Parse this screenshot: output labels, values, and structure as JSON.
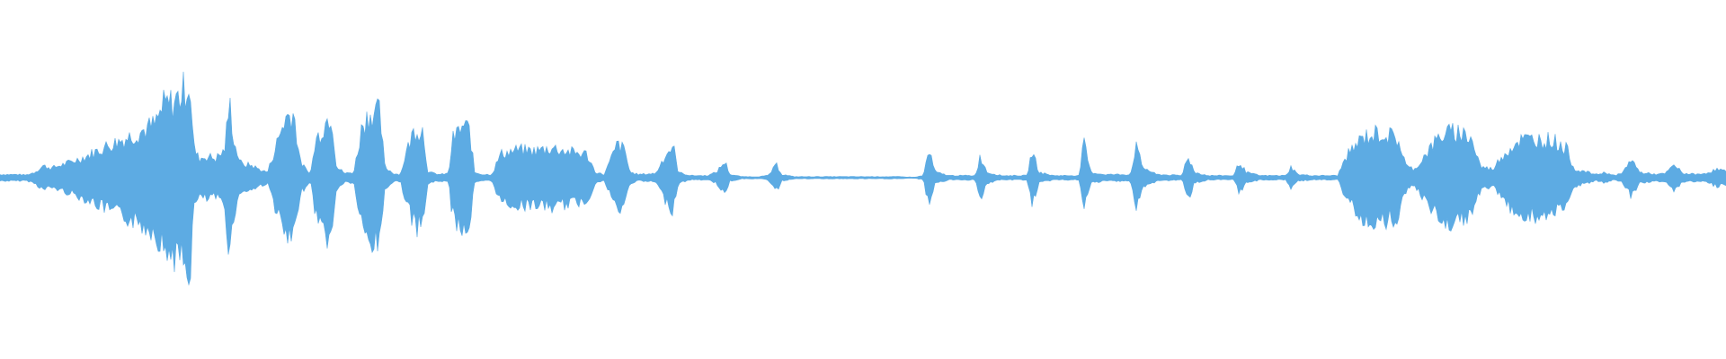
{
  "waveform": {
    "color": "#5DABE3",
    "background": "#FFFFFF",
    "envelope": [
      [
        0.0,
        0.03
      ],
      [
        0.01,
        0.03
      ],
      [
        0.015,
        0.025
      ],
      [
        0.02,
        0.05
      ],
      [
        0.025,
        0.11
      ],
      [
        0.03,
        0.09
      ],
      [
        0.04,
        0.14
      ],
      [
        0.05,
        0.2
      ],
      [
        0.06,
        0.28
      ],
      [
        0.07,
        0.35
      ],
      [
        0.08,
        0.42
      ],
      [
        0.09,
        0.5
      ],
      [
        0.095,
        0.68
      ],
      [
        0.1,
        0.7
      ],
      [
        0.105,
        0.78
      ],
      [
        0.11,
        0.92
      ],
      [
        0.112,
        0.3
      ],
      [
        0.115,
        0.18
      ],
      [
        0.12,
        0.2
      ],
      [
        0.125,
        0.18
      ],
      [
        0.13,
        0.25
      ],
      [
        0.133,
        0.7
      ],
      [
        0.136,
        0.3
      ],
      [
        0.14,
        0.12
      ],
      [
        0.145,
        0.12
      ],
      [
        0.15,
        0.08
      ],
      [
        0.155,
        0.05
      ],
      [
        0.16,
        0.3
      ],
      [
        0.165,
        0.55
      ],
      [
        0.17,
        0.62
      ],
      [
        0.174,
        0.15
      ],
      [
        0.178,
        0.06
      ],
      [
        0.18,
        0.05
      ],
      [
        0.183,
        0.35
      ],
      [
        0.188,
        0.5
      ],
      [
        0.192,
        0.62
      ],
      [
        0.195,
        0.1
      ],
      [
        0.2,
        0.04
      ],
      [
        0.205,
        0.05
      ],
      [
        0.21,
        0.5
      ],
      [
        0.215,
        0.62
      ],
      [
        0.22,
        0.6
      ],
      [
        0.223,
        0.1
      ],
      [
        0.228,
        0.04
      ],
      [
        0.232,
        0.03
      ],
      [
        0.235,
        0.22
      ],
      [
        0.24,
        0.45
      ],
      [
        0.245,
        0.45
      ],
      [
        0.248,
        0.05
      ],
      [
        0.255,
        0.03
      ],
      [
        0.26,
        0.04
      ],
      [
        0.262,
        0.35
      ],
      [
        0.268,
        0.48
      ],
      [
        0.272,
        0.45
      ],
      [
        0.275,
        0.05
      ],
      [
        0.28,
        0.03
      ],
      [
        0.285,
        0.03
      ],
      [
        0.29,
        0.22
      ],
      [
        0.3,
        0.26
      ],
      [
        0.31,
        0.25
      ],
      [
        0.32,
        0.28
      ],
      [
        0.33,
        0.24
      ],
      [
        0.34,
        0.22
      ],
      [
        0.345,
        0.05
      ],
      [
        0.35,
        0.03
      ],
      [
        0.352,
        0.1
      ],
      [
        0.358,
        0.32
      ],
      [
        0.362,
        0.25
      ],
      [
        0.365,
        0.05
      ],
      [
        0.37,
        0.03
      ],
      [
        0.38,
        0.04
      ],
      [
        0.385,
        0.2
      ],
      [
        0.39,
        0.3
      ],
      [
        0.393,
        0.05
      ],
      [
        0.4,
        0.02
      ],
      [
        0.41,
        0.02
      ],
      [
        0.415,
        0.05
      ],
      [
        0.42,
        0.15
      ],
      [
        0.423,
        0.03
      ],
      [
        0.43,
        0.01
      ],
      [
        0.44,
        0.01
      ],
      [
        0.445,
        0.02
      ],
      [
        0.45,
        0.12
      ],
      [
        0.453,
        0.03
      ],
      [
        0.46,
        0.01
      ],
      [
        0.52,
        0.01
      ],
      [
        0.53,
        0.005
      ],
      [
        0.535,
        0.02
      ],
      [
        0.538,
        0.25
      ],
      [
        0.542,
        0.05
      ],
      [
        0.55,
        0.02
      ],
      [
        0.56,
        0.02
      ],
      [
        0.565,
        0.02
      ],
      [
        0.568,
        0.2
      ],
      [
        0.572,
        0.05
      ],
      [
        0.58,
        0.02
      ],
      [
        0.595,
        0.02
      ],
      [
        0.598,
        0.25
      ],
      [
        0.602,
        0.05
      ],
      [
        0.61,
        0.02
      ],
      [
        0.625,
        0.02
      ],
      [
        0.628,
        0.32
      ],
      [
        0.632,
        0.05
      ],
      [
        0.64,
        0.03
      ],
      [
        0.655,
        0.03
      ],
      [
        0.658,
        0.3
      ],
      [
        0.662,
        0.1
      ],
      [
        0.67,
        0.03
      ],
      [
        0.685,
        0.02
      ],
      [
        0.688,
        0.22
      ],
      [
        0.692,
        0.05
      ],
      [
        0.7,
        0.02
      ],
      [
        0.715,
        0.02
      ],
      [
        0.718,
        0.15
      ],
      [
        0.722,
        0.05
      ],
      [
        0.73,
        0.02
      ],
      [
        0.745,
        0.02
      ],
      [
        0.748,
        0.1
      ],
      [
        0.752,
        0.03
      ],
      [
        0.76,
        0.02
      ],
      [
        0.775,
        0.02
      ],
      [
        0.78,
        0.2
      ],
      [
        0.79,
        0.38
      ],
      [
        0.8,
        0.42
      ],
      [
        0.81,
        0.36
      ],
      [
        0.815,
        0.1
      ],
      [
        0.82,
        0.08
      ],
      [
        0.825,
        0.2
      ],
      [
        0.835,
        0.4
      ],
      [
        0.845,
        0.43
      ],
      [
        0.852,
        0.38
      ],
      [
        0.858,
        0.1
      ],
      [
        0.865,
        0.08
      ],
      [
        0.87,
        0.2
      ],
      [
        0.88,
        0.35
      ],
      [
        0.89,
        0.36
      ],
      [
        0.9,
        0.35
      ],
      [
        0.908,
        0.26
      ],
      [
        0.912,
        0.08
      ],
      [
        0.92,
        0.05
      ],
      [
        0.925,
        0.03
      ],
      [
        0.93,
        0.05
      ],
      [
        0.935,
        0.02
      ],
      [
        0.94,
        0.04
      ],
      [
        0.945,
        0.18
      ],
      [
        0.95,
        0.05
      ],
      [
        0.96,
        0.03
      ],
      [
        0.965,
        0.04
      ],
      [
        0.97,
        0.12
      ],
      [
        0.975,
        0.04
      ],
      [
        0.985,
        0.03
      ],
      [
        0.99,
        0.05
      ],
      [
        0.995,
        0.08
      ],
      [
        1.0,
        0.06
      ]
    ]
  }
}
